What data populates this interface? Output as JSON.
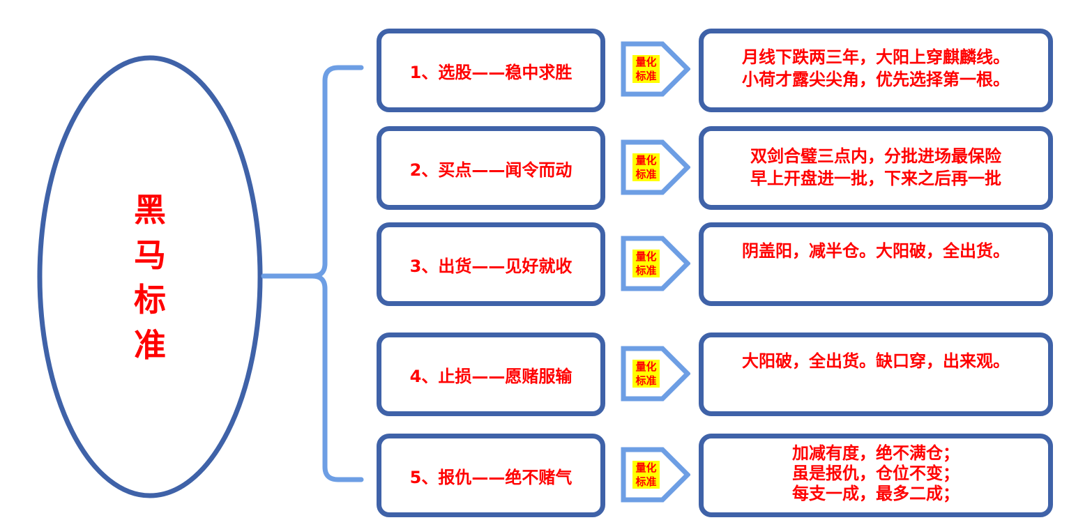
{
  "center_title": "黑马标准",
  "center_title_chars": [
    "黑",
    "马",
    "标",
    "准"
  ],
  "tag_label": "量化标准",
  "colors": {
    "shape_border": "#3f62a8",
    "bracket": "#6d9ee4",
    "text": "#ff0000",
    "tag_fill": "#ffff00"
  },
  "rows": [
    {
      "step": "1、选股——稳中求胜",
      "lines": [
        "月线下跌两三年，大阳上穿麒麟线。",
        "小荷才露尖尖角，优先选择第一根。"
      ]
    },
    {
      "step": "2、买点——闻令而动",
      "lines": [
        "双剑合璧三点内，分批进场最保险",
        "早上开盘进一批，下来之后再一批"
      ]
    },
    {
      "step": "3、出货——见好就收",
      "lines": [
        "阴盖阳，减半仓。大阳破，全出货。"
      ]
    },
    {
      "step": "4、止损——愿赌服输",
      "lines": [
        "大阳破，全出货。缺口穿，出来观。"
      ]
    },
    {
      "step": "5、报仇——绝不赌气",
      "lines": [
        "加减有度，绝不满仓；",
        "虽是报仇，仓位不变；",
        "每支一成，最多二成；"
      ]
    }
  ]
}
